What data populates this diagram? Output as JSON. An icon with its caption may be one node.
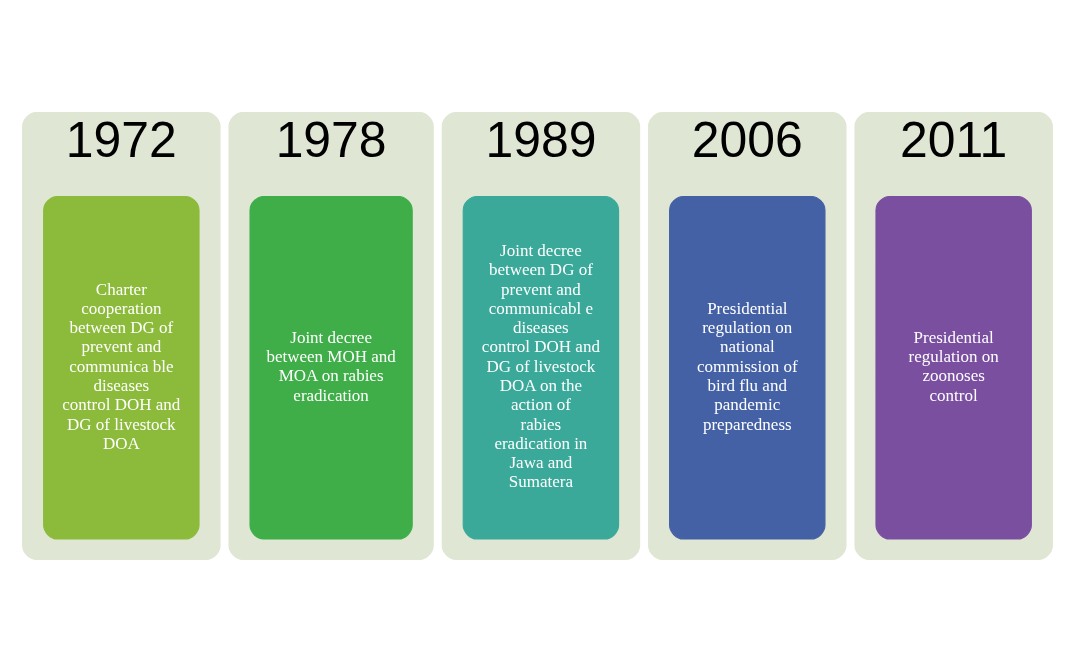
{
  "diagram": {
    "nodes": [
      {
        "text": [
          "1972"
        ]
      },
      {
        "text": [
          "Charter cooperation between DG of prevent and communica ble diseases control DOH and DG of livestock DOA"
        ],
        "in": 0
      },
      {
        "text": [
          "1978"
        ]
      },
      {
        "text": [
          "Joint decree between MOH and MOA on rabies eradication"
        ],
        "in": 2
      },
      {
        "text": [
          "1989"
        ]
      },
      {
        "text": [
          "Joint decree between DG of prevent and communicabl e diseases control DOH and DG of livestock DOA on the action of rabies eradication in Jawa and Sumatera"
        ],
        "in": 4
      },
      {
        "text": [
          "2006"
        ]
      },
      {
        "text": [
          "Presidential regulation on national commission of bird flu and pandemic preparedness"
        ],
        "in": 6
      },
      {
        "text": [
          "2011"
        ]
      },
      {
        "text": [
          "Presidential regulation on zoonoses control"
        ],
        "in": 8
      }
    ],
    "edges": []
  }
}
